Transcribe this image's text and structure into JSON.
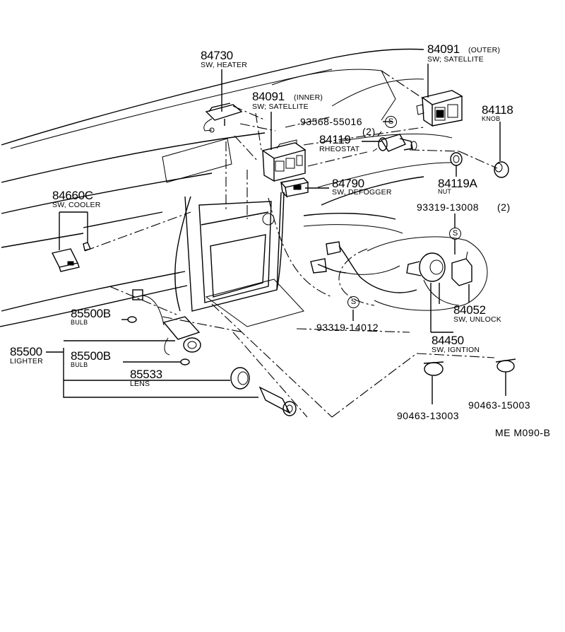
{
  "parts": {
    "p84730": {
      "number": "84730",
      "name": "SW, HEATER"
    },
    "p84091o": {
      "number": "84091",
      "qual": "(OUTER)",
      "name": "SW; SATELLITE"
    },
    "p84091i": {
      "number": "84091",
      "qual": "(INNER)",
      "name": "SW; SATELLITE"
    },
    "p93568": {
      "number": "93568-55016",
      "qty": "(2)",
      "mark": "S"
    },
    "p84119": {
      "number": "84119",
      "name": "RHEOSTAT"
    },
    "p84118": {
      "number": "84118",
      "name": "KNOB"
    },
    "p84119a": {
      "number": "84119A",
      "name": "NUT"
    },
    "p84790": {
      "number": "84790",
      "name": "SW, DEFOGGER"
    },
    "p84660c": {
      "number": "84660C",
      "name": "SW, COOLER"
    },
    "p93319a": {
      "number": "93319-13008",
      "qty": "(2)",
      "mark": "S"
    },
    "p93319b": {
      "number": "93319-14012",
      "mark": "S"
    },
    "p84052": {
      "number": "84052",
      "name": "SW, UNLOCK"
    },
    "p84450": {
      "number": "84450",
      "name": "SW, IGNTION"
    },
    "p85500b1": {
      "number": "85500B",
      "name": "BULB"
    },
    "p85500": {
      "number": "85500",
      "name": "LIGHTER"
    },
    "p85500b2": {
      "number": "85500B",
      "name": "BULB"
    },
    "p85533": {
      "number": "85533",
      "name": "LENS"
    },
    "p90463a": {
      "number": "90463-13003"
    },
    "p90463b": {
      "number": "90463-15003"
    }
  },
  "diagram_ref": "ME M090-B"
}
